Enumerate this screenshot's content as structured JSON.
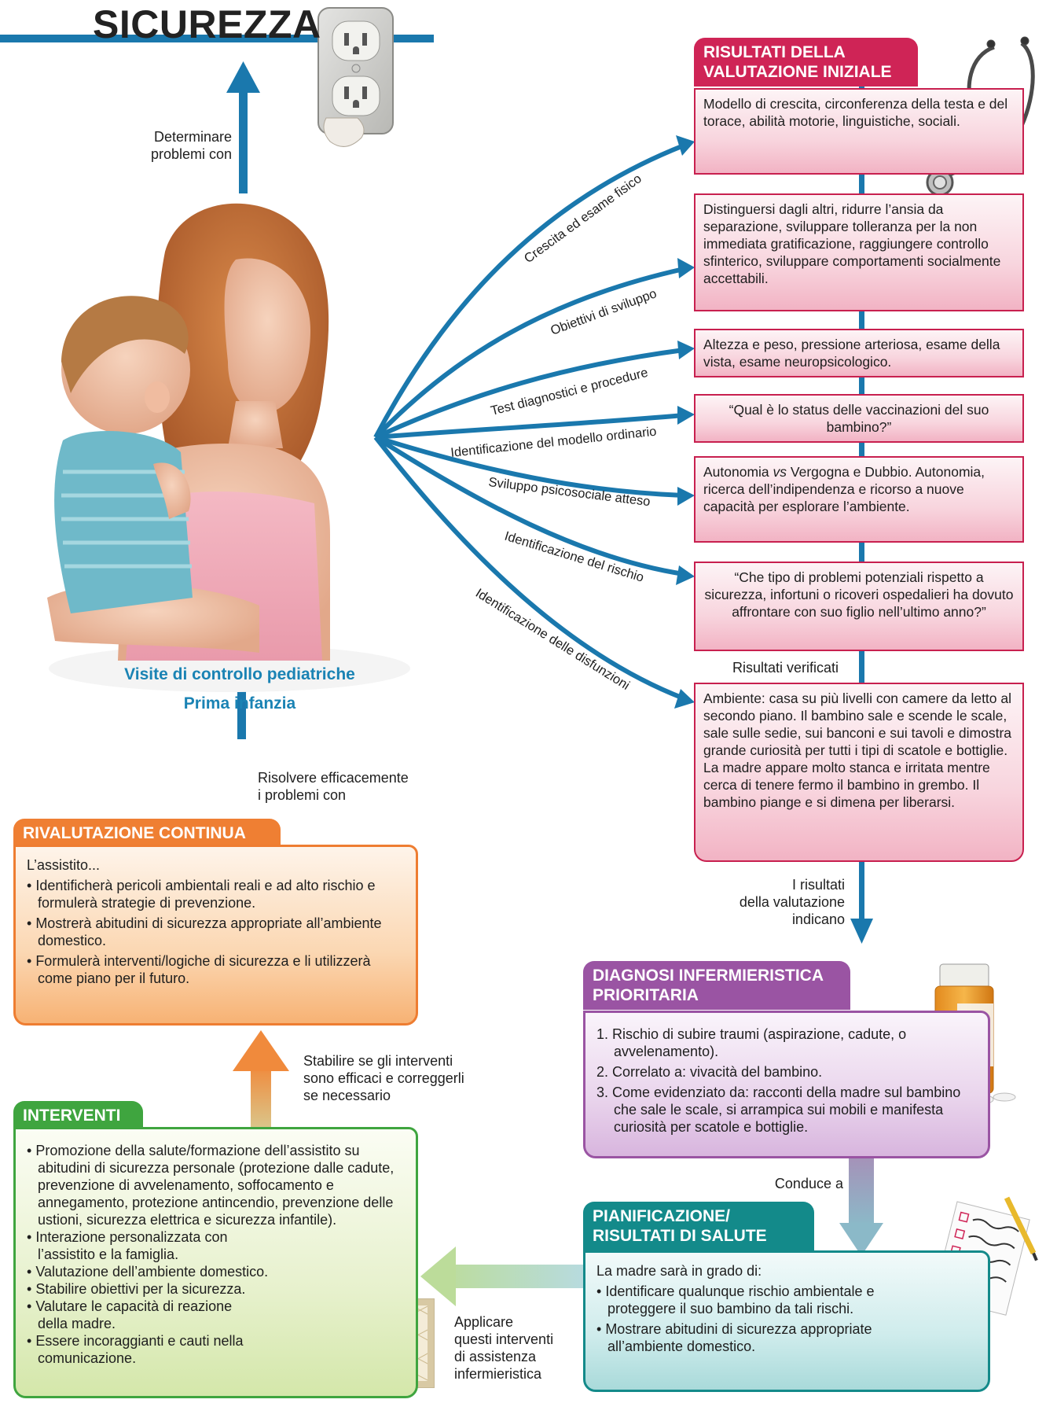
{
  "page_title": "SICUREZZA",
  "center": {
    "title": "Visite di controllo pediatriche",
    "subtitle": "Prima infanzia"
  },
  "flow_labels": {
    "determine": [
      "Determinare",
      "problemi con"
    ],
    "solve": [
      "Risolvere efficacemente",
      "i problemi con"
    ],
    "evaluate": [
      "Stabilire se gli interventi",
      "sono efficaci e correggerli",
      "se necessario"
    ],
    "apply": [
      "Applicare",
      "questi interventi",
      "di assistenza",
      "infermieristica"
    ],
    "results_indicate": [
      "I risultati",
      "della valutazione",
      "indicano"
    ],
    "leads_to": "Conduce a",
    "verified": "Risultati verificati"
  },
  "curve_labels": [
    "Crescita ed esame fisico",
    "Obiettivi di sviluppo",
    "Test diagnostici e procedure",
    "Identificazione del modello ordinario",
    "Sviluppo psicosociale atteso",
    "Identificazione del rischio",
    "Identificazione  delle disfunzioni"
  ],
  "assessment": {
    "header": [
      "RISULTATI DELLA",
      "VALUTAZIONE INIZIALE"
    ],
    "boxes": [
      "Modello di crescita, circonferenza della testa e del torace, abilità motorie, linguistiche, sociali.",
      "Distinguersi dagli altri, ridurre l’ansia da separazione, sviluppare tolleranza per la non immediata gratificazione, raggiungere controllo sfinterico, sviluppare comportamenti socialmente accettabili.",
      "Altezza e peso, pressione arteriosa, esame della vista, esame neuropsicologico.",
      "“Qual è lo status delle vaccinazioni del suo bambino?”",
      {
        "pre": "Autonomia ",
        "em": "vs",
        "post": " Vergogna e Dubbio. Autonomia, ricerca dell’indipendenza e ricorso a nuove capacità per esplorare l’ambiente."
      },
      "“Che tipo di problemi potenziali rispetto a sicurezza, infortuni o ricoveri ospedalieri ha dovuto affrontare con suo figlio nell’ultimo anno?”",
      "Ambiente: casa su più livelli con camere da letto al secondo piano. Il bambino sale e scende le scale, sale sulle sedie, sui banconi e sui tavoli e dimostra grande curiosità per tutti i tipi di scatole e bottiglie. La madre appare molto stanca e irritata mentre cerca di tenere fermo il bambino in grembo. Il bambino piange e si dimena per liberarsi."
    ]
  },
  "reassessment": {
    "header": "RIVALUTAZIONE CONTINUA",
    "intro": "L’assistito...",
    "items": [
      "Identificherà pericoli ambientali reali e ad alto rischio e formulerà strategie di prevenzione.",
      "Mostrerà abitudini di sicurezza appropriate all’ambiente domestico.",
      "Formulerà interventi/logiche di sicurezza e li utilizzerà come piano per il futuro."
    ]
  },
  "diagnosis": {
    "header": [
      "DIAGNOSI INFERMIERISTICA",
      "PRIORITARIA"
    ],
    "items": [
      "1.  Rischio di subire traumi (aspirazione, cadute, o avvelenamento).",
      "2. Correlato a: vivacità del bambino.",
      "3. Come evidenziato da: racconti della madre sul bambino che sale le scale, si arrampica sui mobili e manifesta curiosità per scatole e bottiglie."
    ]
  },
  "planning": {
    "header": [
      "PIANIFICAZIONE/",
      "RISULTATI DI SALUTE"
    ],
    "intro": "La madre sarà in grado di:",
    "items": [
      "Identificare qualunque rischio ambientale e proteggere il suo bambino da tali rischi.",
      "Mostrare abitudini di sicurezza appropriate all’ambiente domestico."
    ]
  },
  "interventions": {
    "header": "INTERVENTI",
    "items": [
      "Promozione della salute/formazione dell’assistito su abitudini di sicurezza personale (protezione dalle cadute, prevenzione di avvelenamento, soffocamento e annegamento, protezione antincendio, prevenzione delle ustioni, sicurezza elettrica e sicurezza infantile).",
      "Interazione personalizzata con l’assistito e la famiglia.",
      "Valutazione dell’ambiente domestico.",
      "Stabilire obiettivi per la sicurezza.",
      "Valutare le capacità di reazione della madre.",
      "Essere incoraggianti e cauti nella comunicazione."
    ]
  },
  "colors": {
    "blue": "#1a78ad",
    "red": "#cf2456",
    "orange": "#ef7f33",
    "green": "#3fa53f",
    "purple": "#9a54a3",
    "teal": "#138a8a"
  },
  "icons": [
    "electrical-outlet-icon",
    "stethoscope-icon",
    "pill-bottle-icon",
    "checklist-icon",
    "baby-gate-icon",
    "mother-and-child-photo"
  ]
}
